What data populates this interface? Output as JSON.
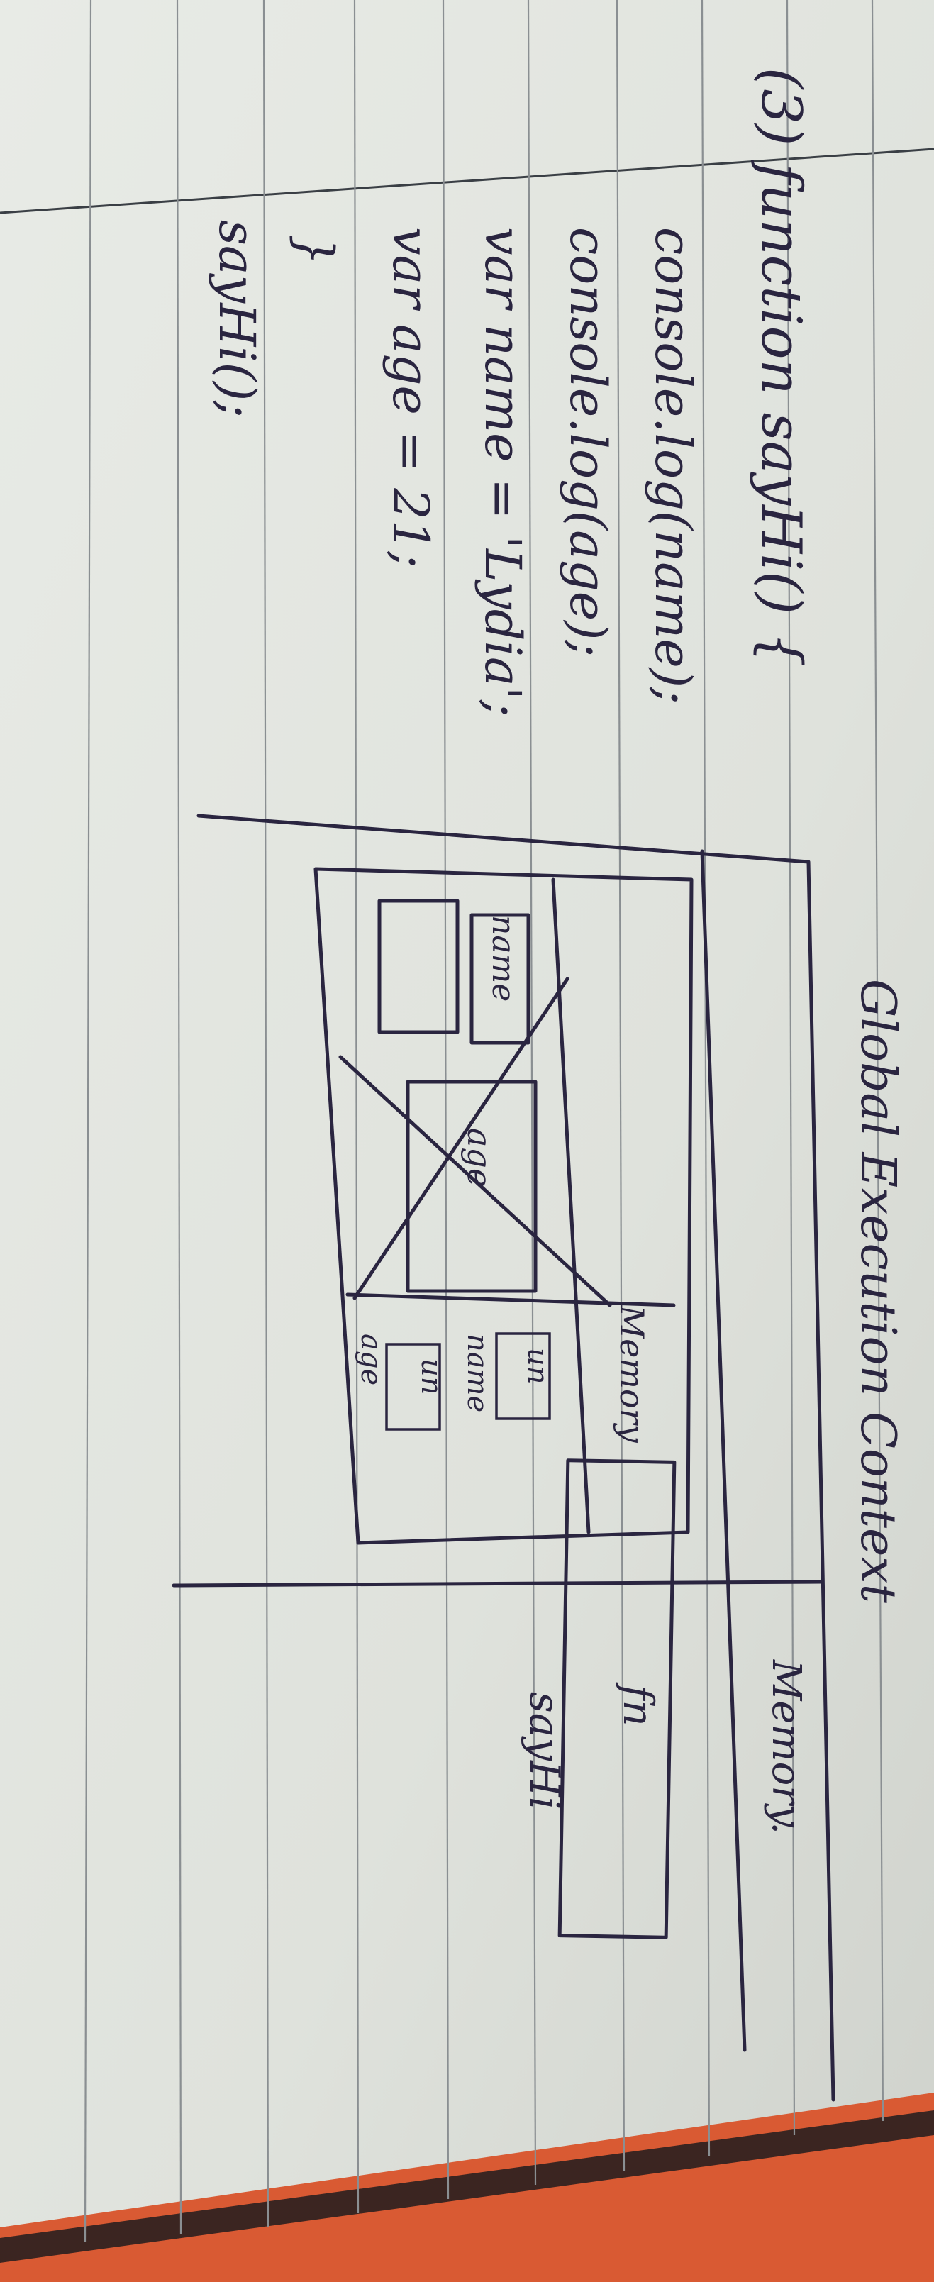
{
  "notebook_page": {
    "code_lines": [
      "(3) function sayHi() {",
      "console.log(name);",
      "console.log(age);",
      "var name = 'Lydia';",
      "var age = 21;",
      "}",
      "sayHi();"
    ],
    "diagram": {
      "title": "Global Execution Context",
      "global_memory_label": "Memory.",
      "global_memory_value": "fn",
      "global_memory_name": "sayHi",
      "function_memory_label": "Memory",
      "function_vars": [
        {
          "value": "un",
          "name": "name"
        },
        {
          "value": "un",
          "name": "age"
        }
      ],
      "crossed_labels": [
        "name",
        "age"
      ]
    }
  }
}
